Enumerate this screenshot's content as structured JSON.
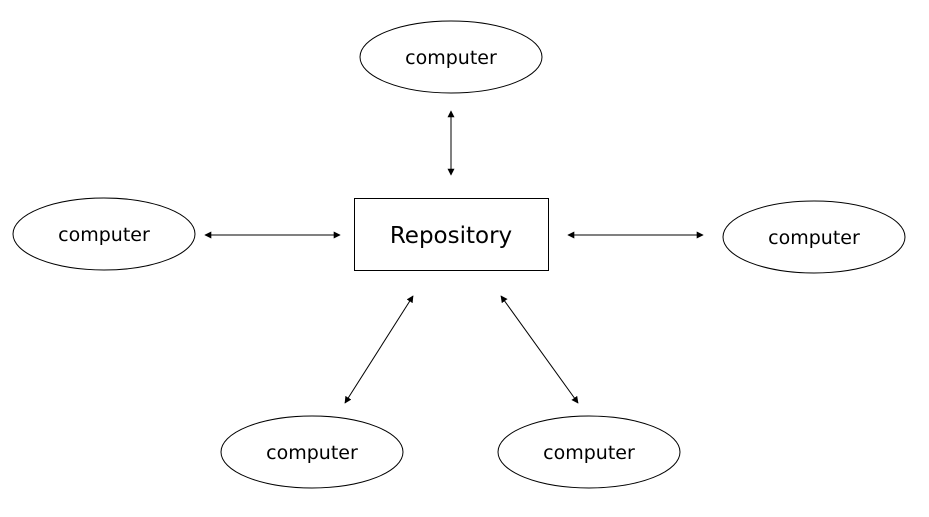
{
  "diagram": {
    "center": {
      "label": "Repository",
      "shape": "rectangle"
    },
    "nodes": [
      {
        "id": "top",
        "label": "computer",
        "shape": "ellipse"
      },
      {
        "id": "left",
        "label": "computer",
        "shape": "ellipse"
      },
      {
        "id": "right",
        "label": "computer",
        "shape": "ellipse"
      },
      {
        "id": "bottom-left",
        "label": "computer",
        "shape": "ellipse"
      },
      {
        "id": "bottom-right",
        "label": "computer",
        "shape": "ellipse"
      }
    ],
    "edges": [
      {
        "from": "Repository",
        "to": "top",
        "direction": "bidirectional"
      },
      {
        "from": "Repository",
        "to": "left",
        "direction": "bidirectional"
      },
      {
        "from": "Repository",
        "to": "right",
        "direction": "bidirectional"
      },
      {
        "from": "Repository",
        "to": "bottom-left",
        "direction": "bidirectional"
      },
      {
        "from": "Repository",
        "to": "bottom-right",
        "direction": "bidirectional"
      }
    ],
    "colors": {
      "stroke": "#000000",
      "background": "#ffffff"
    }
  }
}
